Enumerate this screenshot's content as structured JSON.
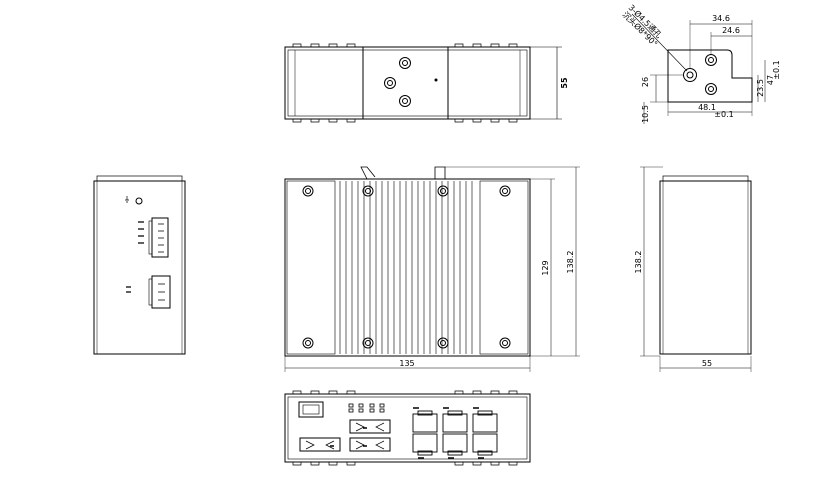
{
  "dimensions": {
    "top_height": "55",
    "front_width": "135",
    "front_height_inner": "129",
    "front_height_outer": "138.2",
    "side_height": "138.2",
    "side_depth": "55",
    "mount_w1": "34.6",
    "mount_w2": "24.6",
    "mount_h1": "26",
    "mount_h2": "23.5",
    "mount_h3": "47",
    "mount_tol_h3": "±0.1",
    "mount_bottom": "48.1",
    "mount_tol_bottom": "±0.1",
    "mount_edge": "10.5"
  },
  "notes": {
    "hole_line1": "3-Ø4.5通孔",
    "hole_line2": "沉头Ø8*90°"
  }
}
